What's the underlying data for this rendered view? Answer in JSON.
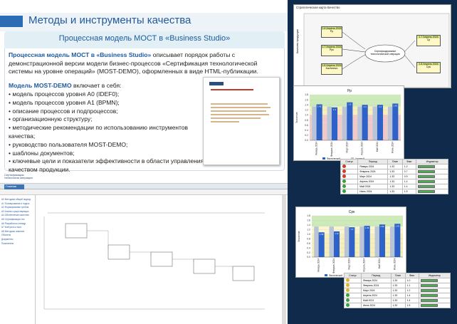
{
  "slide": {
    "title": "Методы и инструменты качества",
    "card_title": "Процессная модель МОСТ в «Business Studio»",
    "para_lead": "Процессная модель МОСТ в «Business Studio»",
    "para_rest": " описывает порядок работы с демонстрационной версии модели бизнес-процессов «Сертификация технологической системы на уровне операций» (MOST-DEMO), оформленных в виде HTML-публикации.",
    "model_name": "Модель MOST-DEMO",
    "model_tail": " включает в себя:",
    "bullets": [
      "модель процессов уровня А0 (IDEF0);",
      "модель процессов уровня А1 (BPMN);",
      "описание процессов и подпроцессов;",
      "организационную структуру;",
      "методические рекомендации по использованию инструментов качества;",
      "руководство пользователя MOST-DEMO;",
      "шаблоны документов;",
      "ключевые цели и показатели эффективности в области управления качеством продукции."
    ]
  },
  "app": {
    "logo": "Сертификация технологии операции",
    "tab": "Главная",
    "nav": [
      "A0 Методика общий подход",
      "A1 Планирование и подгот.",
      "A2 Формирование требов.",
      "A3 Анализ существующих",
      "A4 Обеспечение качества",
      "A5 Сертификация тех.",
      "A6 Разработка и внедр.",
      "A7 Контроль и мон.",
      "A8 Методики анализа",
      "Объекты",
      "Документы",
      "Показатели"
    ]
  },
  "strat": {
    "title": "Стратегическая карта Качество",
    "side_label": "Качество продукции",
    "center": "Сертифицирование технологической операции",
    "nodes": [
      {
        "date": "1.6 Апрель 2024",
        "name": "Рр"
      },
      {
        "date": "1.7 Апрель 2024",
        "name": "Ррк"
      },
      {
        "date": "1.8 Апрель 2024",
        "name": "Kachestvo"
      },
      {
        "date": "1.7 Апрель 2024",
        "name": "Ср"
      },
      {
        "date": "1.8 Апрель 2024",
        "name": "Срк"
      }
    ]
  },
  "chart_data": [
    {
      "type": "bar",
      "title": "Рр",
      "ylabel": "Значение",
      "ylim": [
        0,
        1.8
      ],
      "categories": [
        "Январь 2024",
        "Февраль 2024",
        "Март 2024",
        "Апрель 2024",
        "Май 2024",
        "Июнь 2024"
      ],
      "series": [
        {
          "name": "Фактический",
          "color": "#2f62c8",
          "values": [
            1.42,
            1.3,
            1.5,
            1.4,
            1.4,
            1.45
          ]
        },
        {
          "name": "Целевой",
          "color": "#b8c4d8",
          "values": [
            1.33,
            1.33,
            1.33,
            1.33,
            1.33,
            1.33
          ]
        }
      ],
      "bands": [
        {
          "from": 0,
          "to": 1.0,
          "color": "#f2c9c9"
        },
        {
          "from": 1.0,
          "to": 1.33,
          "color": "#f6f0b8"
        },
        {
          "from": 1.33,
          "to": 1.8,
          "color": "#cdeab9"
        }
      ]
    },
    {
      "type": "bar",
      "title": "Срк",
      "ylabel": "Значение",
      "ylim": [
        0,
        1.8
      ],
      "categories": [
        "Январь 2024",
        "Февраль 2024",
        "Март 2024",
        "Апрель 2024",
        "Май 2024",
        "Июнь 2024"
      ],
      "series": [
        {
          "name": "Фактический",
          "color": "#2f62c8",
          "values": [
            1.08,
            1.12,
            1.3,
            1.36,
            1.42,
            1.45
          ]
        },
        {
          "name": "Целевой",
          "color": "#b8c4d8",
          "values": [
            1.33,
            1.33,
            1.33,
            1.33,
            1.33,
            1.33
          ]
        }
      ],
      "bands": [
        {
          "from": 0,
          "to": 1.0,
          "color": "#f6f0b8"
        },
        {
          "from": 1.0,
          "to": 1.33,
          "color": "#fbf6cf"
        },
        {
          "from": 1.33,
          "to": 1.8,
          "color": "#cdeab9"
        }
      ]
    }
  ],
  "table1": {
    "headers": [
      "Статус",
      "Период",
      "План",
      "Факт",
      "Индикатор"
    ],
    "rows": [
      {
        "status": "red",
        "period": "Январь 2024",
        "plan": "1.33",
        "fact": "1.2"
      },
      {
        "status": "red",
        "period": "Февраль 2024",
        "plan": "1.33",
        "fact": "0.7"
      },
      {
        "status": "red",
        "period": "Март 2024",
        "plan": "1.33",
        "fact": "0.9"
      },
      {
        "status": "green",
        "period": "Апрель 2024",
        "plan": "1.33",
        "fact": "1.4"
      },
      {
        "status": "green",
        "period": "Май 2024",
        "plan": "1.33",
        "fact": "1.4"
      },
      {
        "status": "green",
        "period": "Июнь 2024",
        "plan": "1.33",
        "fact": "1.5"
      }
    ]
  },
  "table2": {
    "headers": [
      "Статус",
      "Период",
      "План",
      "Факт",
      "Индикатор"
    ],
    "rows": [
      {
        "status": "yellow",
        "period": "Январь 2024",
        "plan": "1.33",
        "fact": "1.0"
      },
      {
        "status": "yellow",
        "period": "Февраль 2024",
        "plan": "1.33",
        "fact": "1.1"
      },
      {
        "status": "yellow",
        "period": "Март 2024",
        "plan": "1.33",
        "fact": "1.2"
      },
      {
        "status": "green",
        "period": "Апрель 2024",
        "plan": "1.33",
        "fact": "1.4"
      },
      {
        "status": "green",
        "period": "Май 2024",
        "plan": "1.33",
        "fact": "1.4"
      },
      {
        "status": "green",
        "period": "Июнь 2024",
        "plan": "1.33",
        "fact": "1.5"
      }
    ]
  }
}
